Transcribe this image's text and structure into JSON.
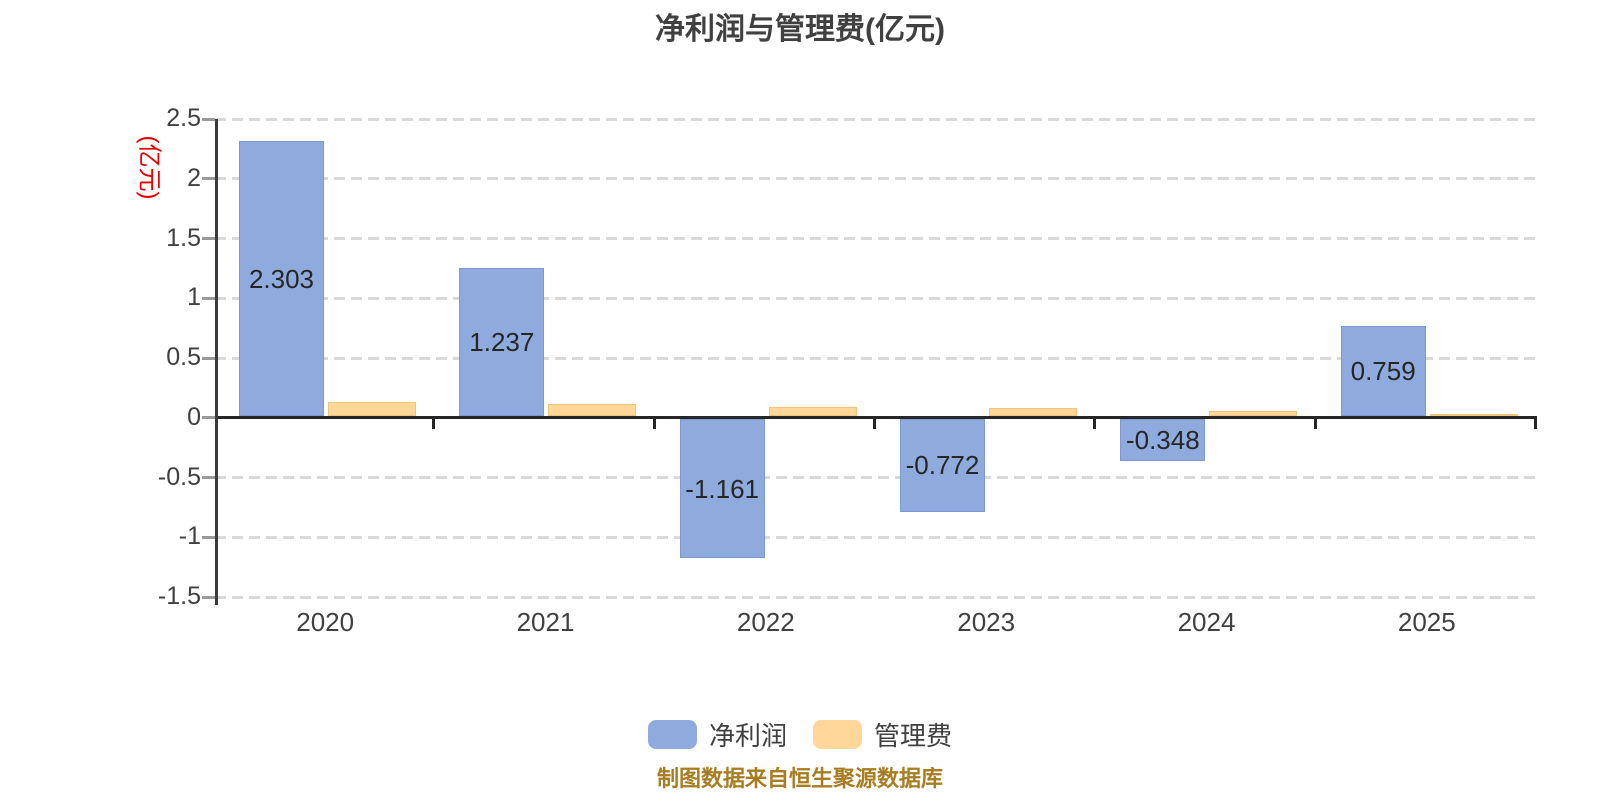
{
  "title": "净利润与管理费(亿元)",
  "y_axis_unit": "(亿元)",
  "source_note": "制图数据来自恒生聚源数据库",
  "colors": {
    "bar_blue": "#8FAADC",
    "bar_blue_border": "#7D9AD0",
    "bar_yellow": "#FFD899",
    "bar_yellow_border": "#F0C47E",
    "grid": "#D9D9D9",
    "axis": "#3A3A3A",
    "zero_line": "#262626",
    "text": "#404040",
    "data_label": "#262626",
    "y_unit": "#E60000",
    "source": "#A87C20"
  },
  "chart_data": {
    "type": "bar",
    "title": "净利润与管理费(亿元)",
    "categories": [
      "2020",
      "2021",
      "2022",
      "2023",
      "2024",
      "2025"
    ],
    "series": [
      {
        "name": "净利润",
        "color": "#8FAADC",
        "values": [
          2.303,
          1.237,
          -1.161,
          -0.772,
          -0.348,
          0.759
        ],
        "labels": [
          "2.303",
          "1.237",
          "-1.161",
          "-0.772",
          "-0.348",
          "0.759"
        ]
      },
      {
        "name": "管理费",
        "color": "#FFD899",
        "values": [
          0.12,
          0.1,
          0.08,
          0.07,
          0.04,
          0.02
        ],
        "labels": [
          null,
          null,
          null,
          null,
          null,
          null
        ]
      }
    ],
    "xlabel": "",
    "ylabel": "(亿元)",
    "ylim": [
      -1.5,
      2.5
    ],
    "ytick_step": 0.5,
    "yticks": [
      "2.5",
      "2",
      "1.5",
      "1",
      "0.5",
      "0",
      "-0.5",
      "-1",
      "-1.5"
    ],
    "grid": "dashed-horizontal",
    "legend_position": "bottom"
  }
}
